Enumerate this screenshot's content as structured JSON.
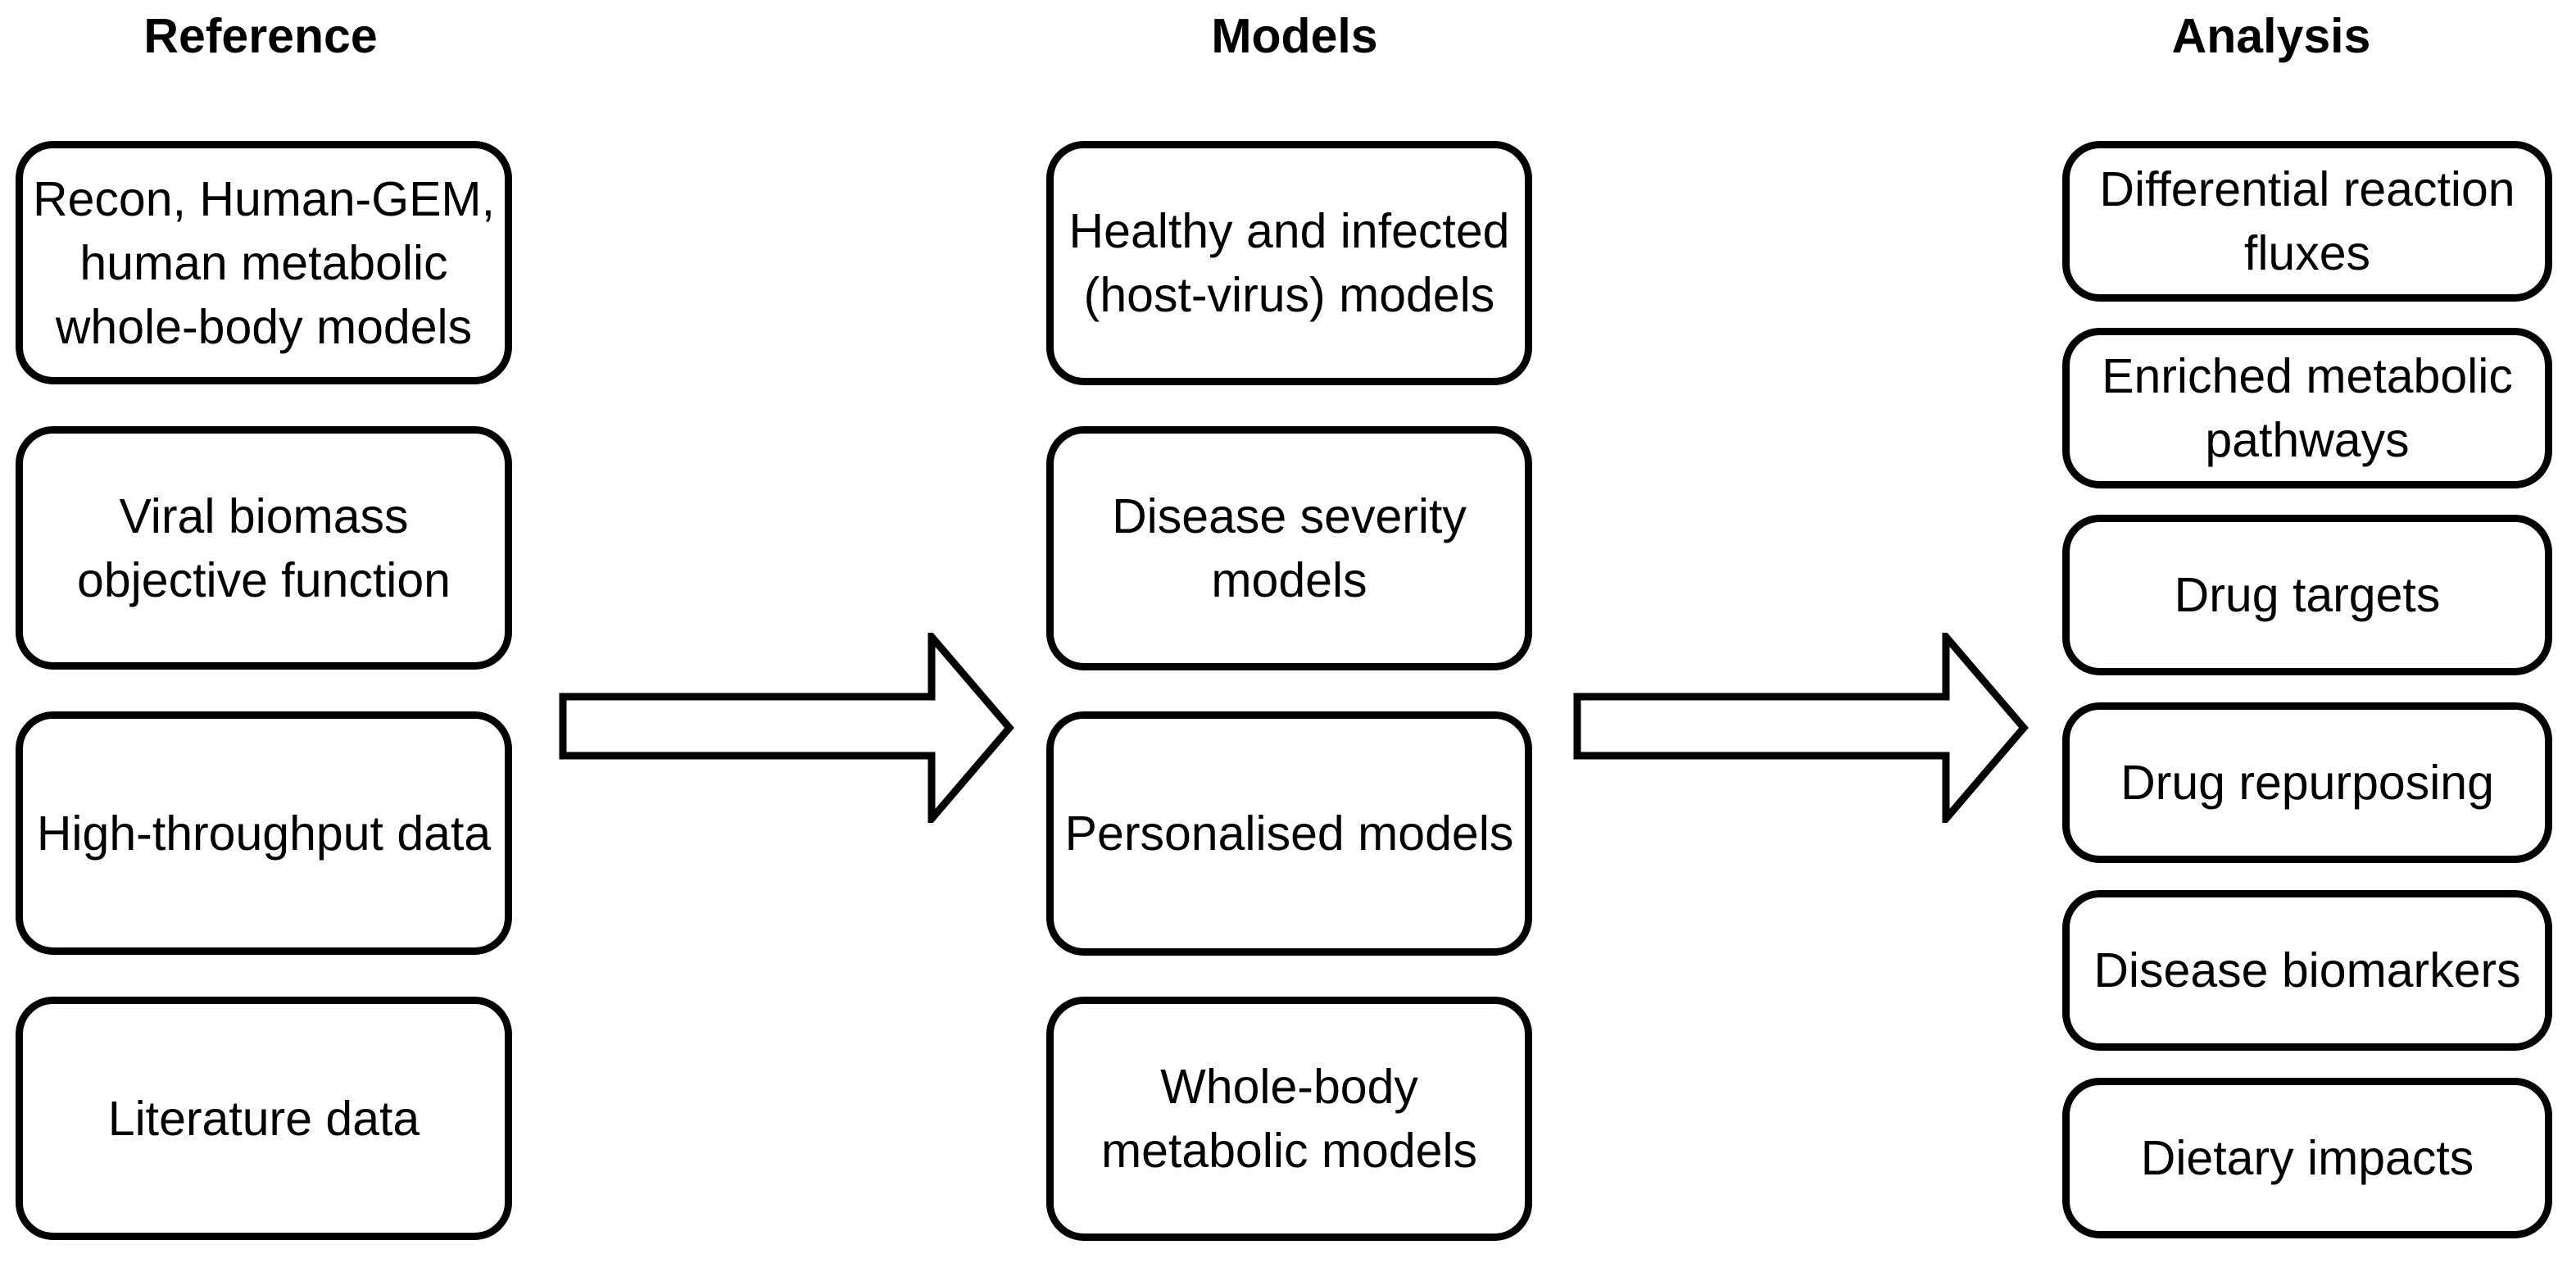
{
  "figure": {
    "background_color": "#ffffff",
    "line_color": "#000000",
    "text_color": "#000000"
  },
  "columns": [
    {
      "header": "Reference",
      "boxes": [
        "Recon, Human-GEM,\nhuman metabolic\nwhole-body models",
        "Viral biomass\nobjective function",
        "High-throughput data",
        "Literature data"
      ]
    },
    {
      "header": "Models",
      "boxes": [
        "Healthy and infected\n(host-virus) models",
        "Disease severity\nmodels",
        "Personalised models",
        "Whole-body\nmetabolic models"
      ]
    },
    {
      "header": "Analysis",
      "boxes": [
        "Differential reaction\nfluxes",
        "Enriched metabolic\npathways",
        "Drug targets",
        "Drug repurposing",
        "Disease biomarkers",
        "Dietary impacts"
      ]
    }
  ],
  "arrows": [
    {
      "from": "Reference",
      "to": "Models"
    },
    {
      "from": "Models",
      "to": "Analysis"
    }
  ]
}
